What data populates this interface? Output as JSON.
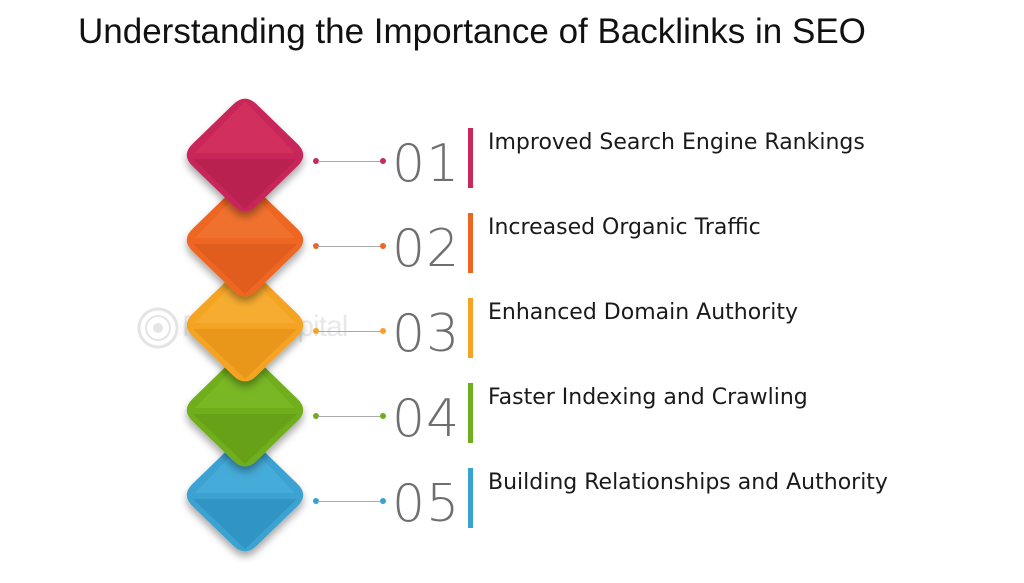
{
  "title": "Understanding the Importance of Backlinks in SEO",
  "watermark": "FasterCapital",
  "items": [
    {
      "number": "01",
      "label": "Improved Search Engine Rankings",
      "color": "#c8285a",
      "color_light": "#d9365f",
      "color_dark": "#a61d48"
    },
    {
      "number": "02",
      "label": "Increased Organic Traffic",
      "color": "#ee6624",
      "color_light": "#f37a36",
      "color_dark": "#cf5218"
    },
    {
      "number": "03",
      "label": "Enhanced Domain Authority",
      "color": "#f4a324",
      "color_light": "#f7b43c",
      "color_dark": "#d98a12"
    },
    {
      "number": "04",
      "label": "Faster Indexing and Crawling",
      "color": "#6fae1c",
      "color_light": "#82c02c",
      "color_dark": "#5a9212"
    },
    {
      "number": "05",
      "label": "Building Relationships and Authority",
      "color": "#3aa2d2",
      "color_light": "#4fb2de",
      "color_dark": "#2685b4"
    }
  ]
}
